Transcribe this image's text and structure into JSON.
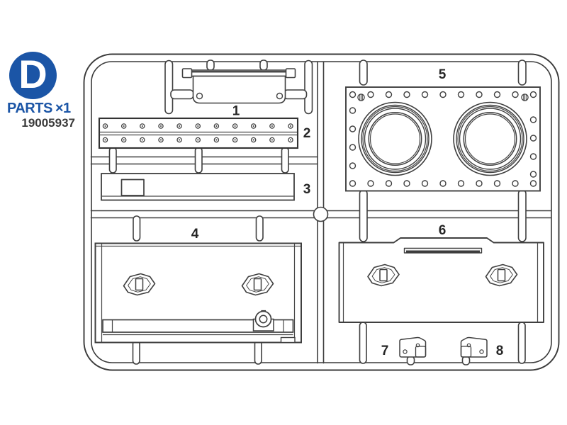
{
  "page": {
    "background": "#ffffff"
  },
  "colors": {
    "line": "#3f3f3f",
    "line_dark": "#2e2e2e",
    "brand_blue": "#1b55a6",
    "item_number_gray": "#3a3a3a",
    "label_black": "#262626"
  },
  "logo": {
    "letter": "D",
    "parts_label": "PARTS",
    "multiplier": "×1",
    "item_number": "19005937"
  },
  "diagram": {
    "part_labels": [
      {
        "id": "1",
        "label": "1"
      },
      {
        "id": "2",
        "label": "2"
      },
      {
        "id": "3",
        "label": "3"
      },
      {
        "id": "4",
        "label": "4"
      },
      {
        "id": "5",
        "label": "5"
      },
      {
        "id": "6",
        "label": "6"
      },
      {
        "id": "7",
        "label": "7"
      },
      {
        "id": "8",
        "label": "8"
      }
    ]
  }
}
